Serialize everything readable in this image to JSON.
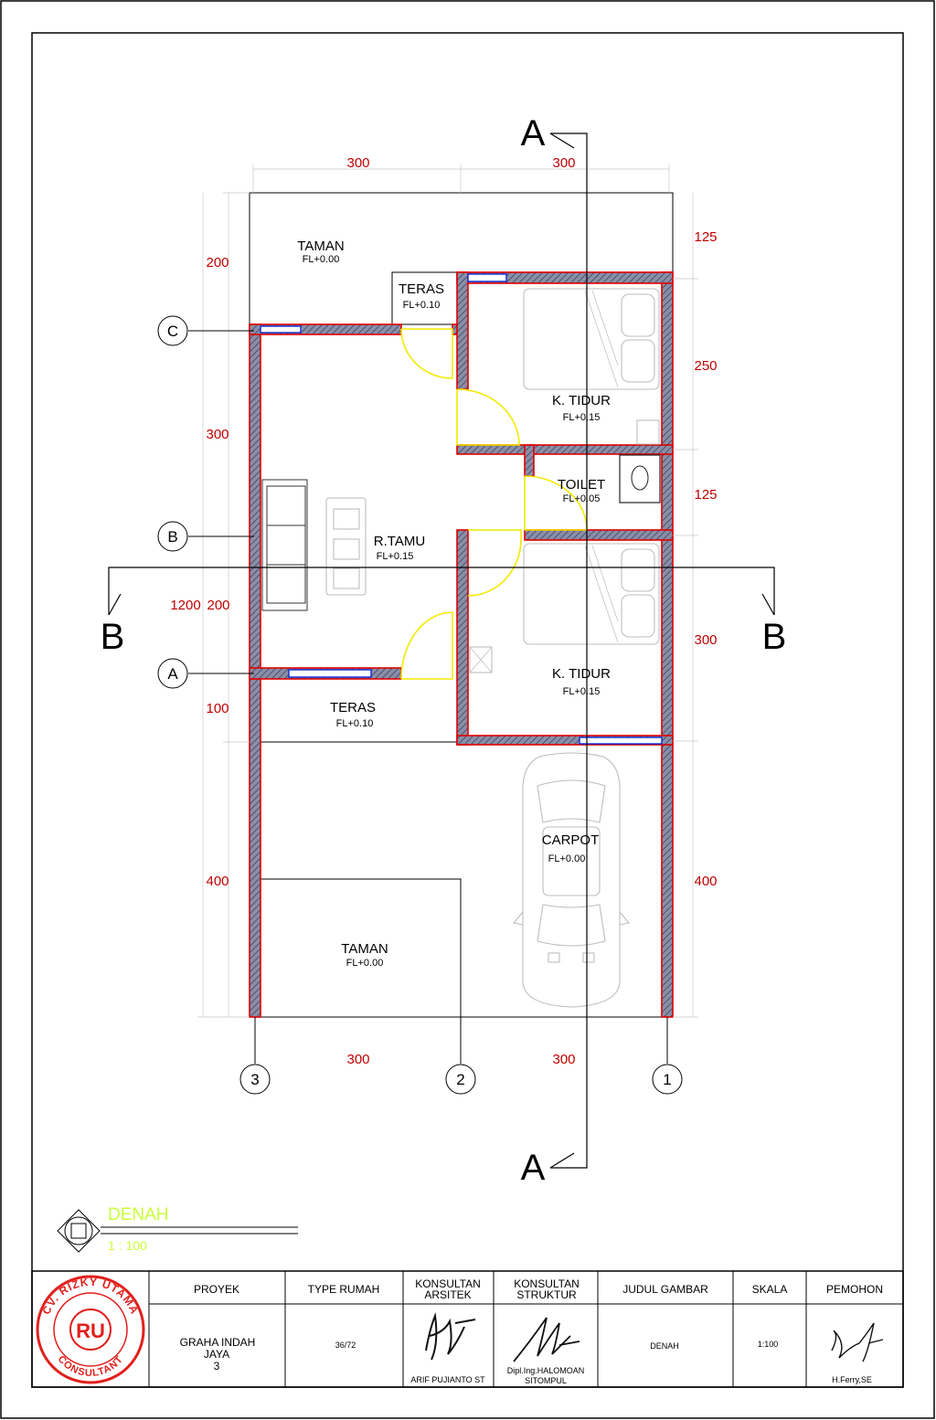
{
  "rooms": {
    "taman_top": {
      "name": "TAMAN",
      "fl": "FL+0.00"
    },
    "teras_top": {
      "name": "TERAS",
      "fl": "FL+0.10"
    },
    "ktidur_1": {
      "name": "K. TIDUR",
      "fl": "FL+0.15"
    },
    "toilet": {
      "name": "TOILET",
      "fl": "FL+0.05"
    },
    "rtamu": {
      "name": "R.TAMU",
      "fl": "FL+0.15"
    },
    "ktidur_2": {
      "name": "K. TIDUR",
      "fl": "FL+0.15"
    },
    "teras_bottom": {
      "name": "TERAS",
      "fl": "FL+0.10"
    },
    "carpot": {
      "name": "CARPOT",
      "fl": "FL+0.00"
    },
    "taman_bottom": {
      "name": "TAMAN",
      "fl": "FL+0.00"
    }
  },
  "dimensions": {
    "top": [
      "300",
      "300"
    ],
    "bottom": [
      "300",
      "300"
    ],
    "left": [
      "200",
      "300",
      "200",
      "100",
      "400"
    ],
    "left_total": "1200",
    "right": [
      "125",
      "250",
      "125",
      "300",
      "400"
    ]
  },
  "grid": {
    "rows": [
      "C",
      "B",
      "A"
    ],
    "cols": [
      "3",
      "2",
      "1"
    ]
  },
  "sections": {
    "a_top": "A",
    "a_bottom": "A",
    "b_left": "B",
    "b_right": "B"
  },
  "drawing": {
    "title": "DENAH",
    "scale": "1 : 100",
    "title_color": "#c8ff3a"
  },
  "stamp": {
    "ring_text": "CV. RIZKY UTAMA",
    "bottom_text": "CONSULTANT",
    "initials": "RU",
    "color": "#e0201c"
  },
  "title_block": {
    "headers": {
      "proyek": "PROYEK",
      "type_rumah": "TYPE RUMAH",
      "konsultan_arsitek_1": "KONSULTAN",
      "konsultan_arsitek_2": "ARSITEK",
      "konsultan_struktur_1": "KONSULTAN",
      "konsultan_struktur_2": "STRUKTUR",
      "judul_gambar": "JUDUL GAMBAR",
      "skala": "SKALA",
      "pemohon": "PEMOHON"
    },
    "values": {
      "proyek_1": "GRAHA INDAH",
      "proyek_2": "JAYA",
      "proyek_3": "3",
      "type_rumah": "36/72",
      "arsitek_name": "ARIF PUJIANTO ST",
      "struktur_name_1": "Dipl.Ing.HALOMOAN",
      "struktur_name_2": "SITOMPUL",
      "judul_gambar": "DENAH",
      "skala": "1:100",
      "pemohon_name": "H.Ferry,SE"
    }
  },
  "colors": {
    "wall_outline": "#e00000",
    "window": "#0a2bd6",
    "door_swing": "#f2ea00",
    "dimension_text": "#c00000",
    "furniture": "#bdbdbd"
  }
}
